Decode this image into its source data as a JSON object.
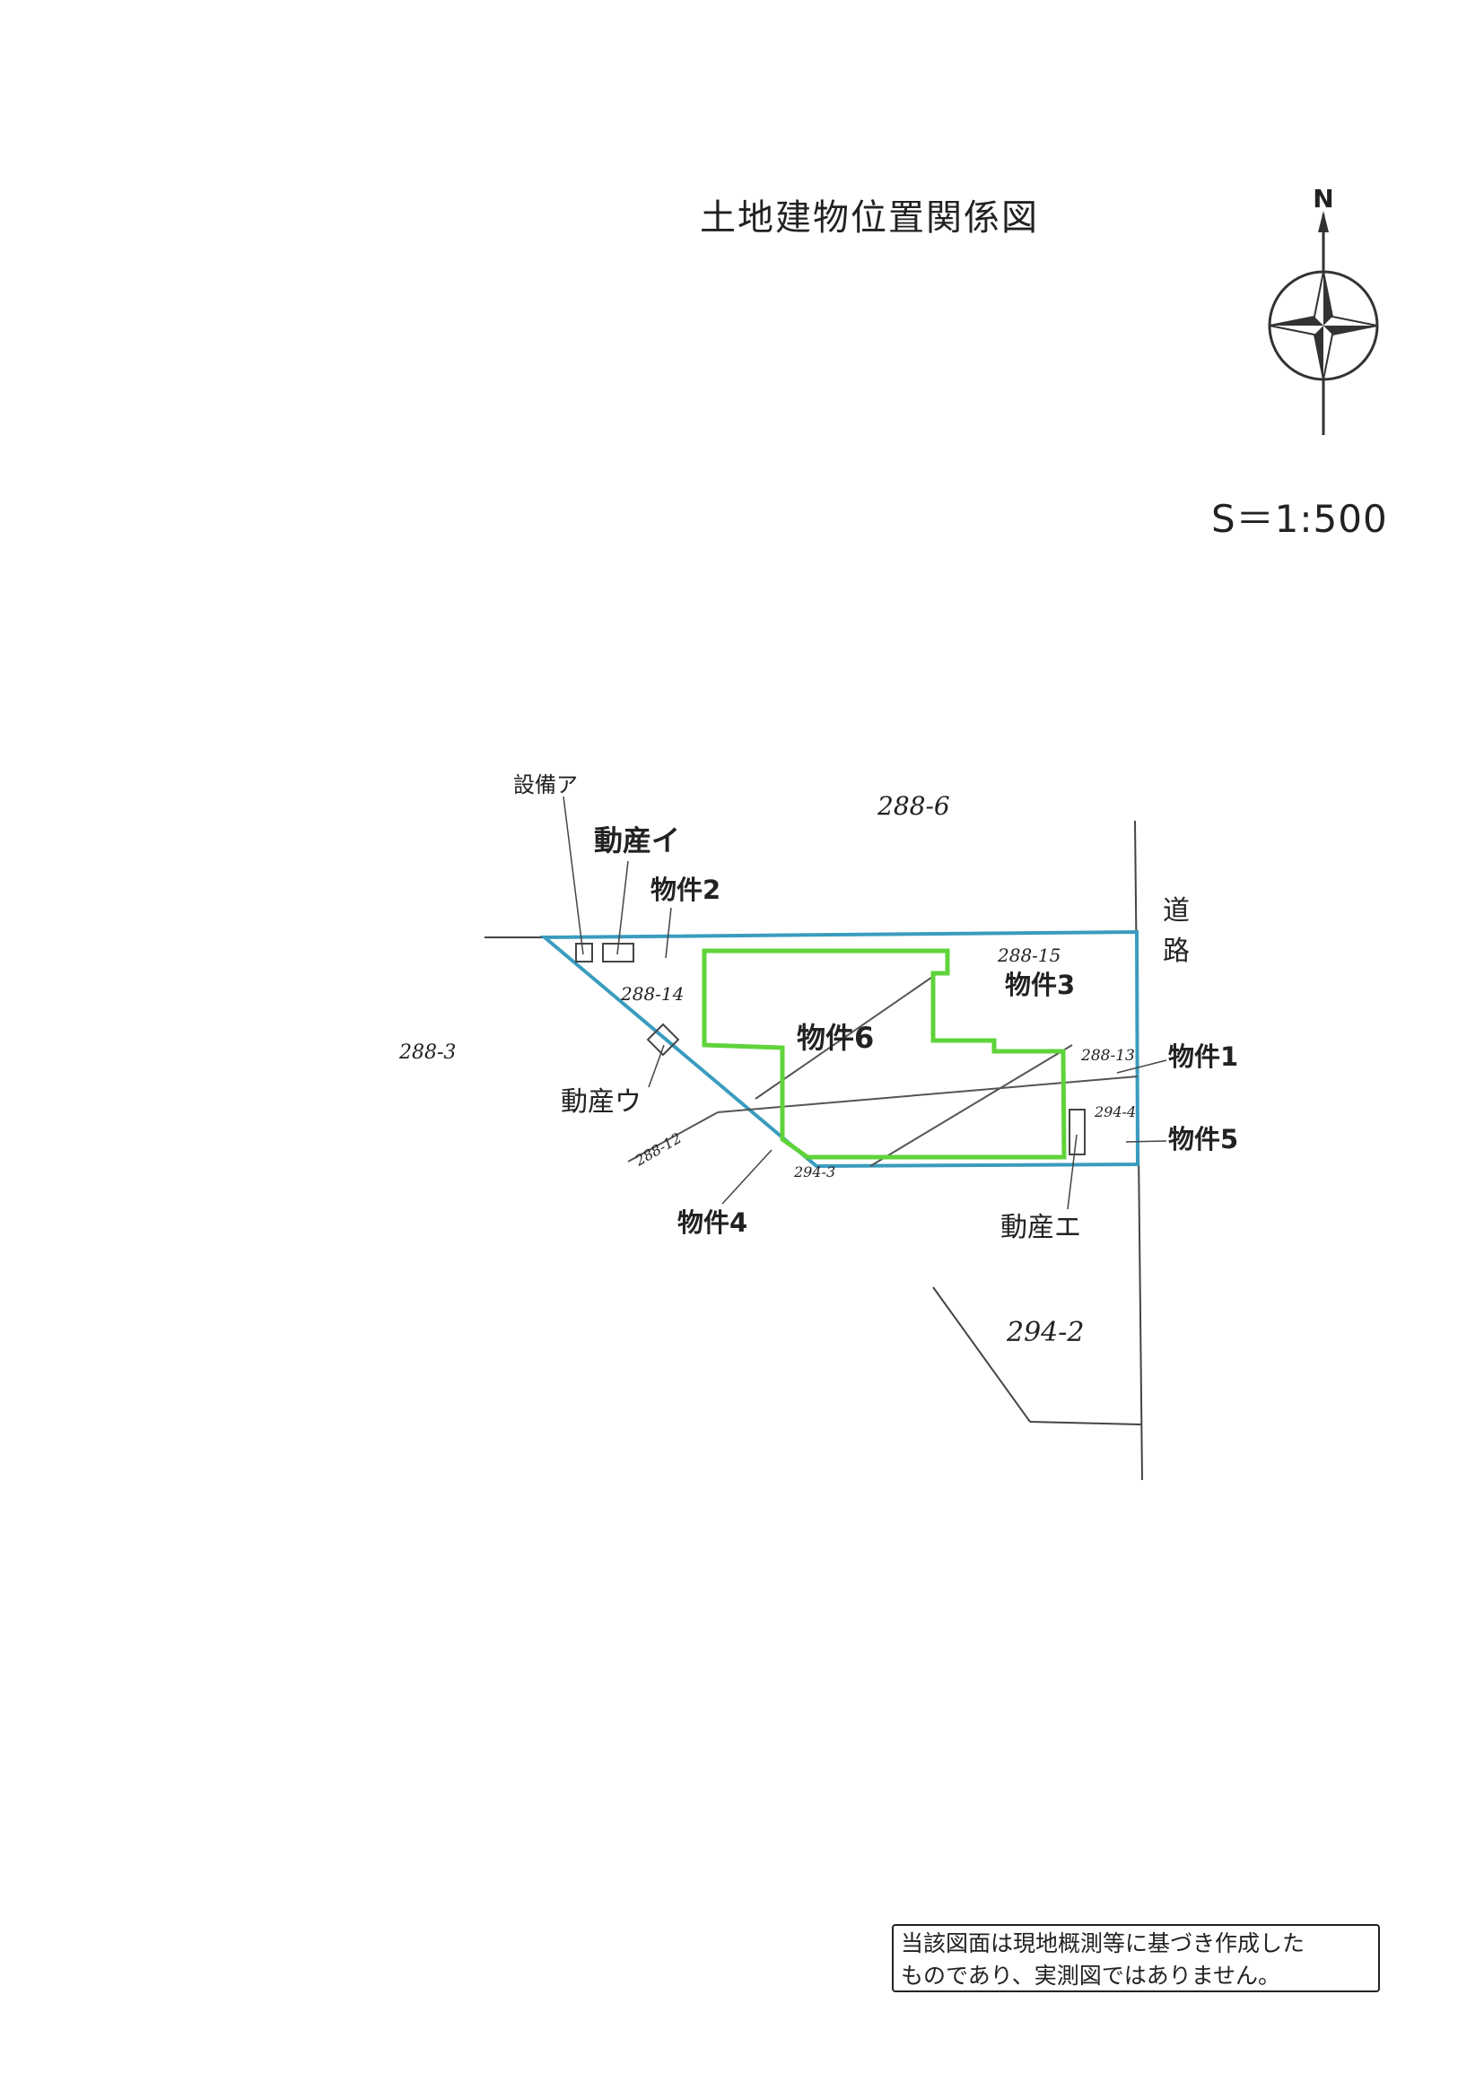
{
  "title": "土地建物位置関係図",
  "scale": "S＝1:500",
  "compass": {
    "north_label": "N",
    "icon": "north-arrow-compass-icon"
  },
  "colors": {
    "boundary": "#3a9cbf",
    "building": "#5fd33a",
    "line": "#444444"
  },
  "labels": {
    "setsubi_a": "設備ア",
    "dosan_i": "動産イ",
    "bukken_2": "物件2",
    "bukken_3": "物件3",
    "bukken_6": "物件6",
    "bukken_1": "物件1",
    "bukken_5": "物件5",
    "bukken_4": "物件4",
    "dosan_u": "動産ウ",
    "dosan_e": "動産エ",
    "road": "道",
    "road2": "路"
  },
  "lots": {
    "l288_6": "288-6",
    "l288_3": "288-3",
    "l288_14": "288-14",
    "l288_15": "288-15",
    "l288_13": "288-13",
    "l294_4": "294-4",
    "l288_12": "288-12",
    "l294_3": "294-3",
    "l294_2": "294-2"
  },
  "note": {
    "line1": "当該図面は現地概測等に基づき作成した",
    "line2": "ものであり、実測図ではありません。"
  }
}
